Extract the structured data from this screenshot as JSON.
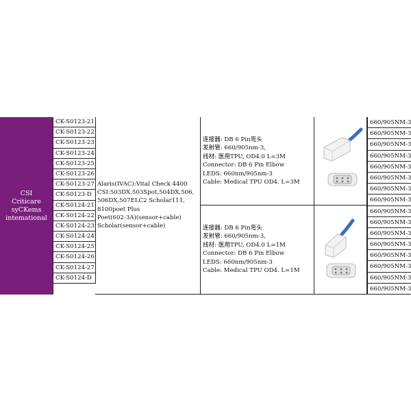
{
  "brand": {
    "line1": "CSI",
    "line2": "Criticare",
    "line3": "syCKems",
    "line4": "intemational"
  },
  "codes": [
    "CK-S0123-21",
    "CK-S0123-22",
    "CK-S0123-23",
    "CK-S0123-24",
    "CK-S0123-25",
    "CK-S0123-26",
    "CK-S0123-27",
    "CK-S0123-D",
    "CK-S0124-21",
    "CK-S0124-22",
    "CK-S0124-23",
    "CK-S0124-24",
    "CK-S0124-25",
    "CK-S0124-26",
    "CK-S0124-27",
    "CK-S0124-D"
  ],
  "compat": [
    "Alaris(IVAC):Vital Check 4400",
    "CSI:503DX,503Spot,504DX,506,",
    "506DX,507ELC2 Scholar111,",
    "8100poet Plus",
    "Poet(602-3A)(sensor+cable)",
    "Scholar(sensor+cable)"
  ],
  "desc1": [
    "连接器: DB 6 Pin弯头",
    "发射管: 660/905nm-3,",
    "线材: 医用TPU, OD4.0 L=3M",
    "Connector: DB 6 Pin Elbow",
    "LEDS: 660nm/905nm-3",
    "Cable: Medical TPU OD4. L=3M"
  ],
  "desc2": [
    "连接器: DB 6 Pin弯头",
    "发射管: 660/905nm-3,",
    "线材: 医用TPU, OD4.0 L=1M",
    "Connector: DB 6 Pin Elbow",
    "LEDS: 660nm/905nm-3",
    "Cable: Medical TPU OD4. L=1M"
  ],
  "wavelengths": [
    "660/905NM-3",
    "660/905NM-3",
    "660/905NM-3",
    "660/905NM-3",
    "660/905NM-3",
    "660/905NM-3",
    "660/905NM-3",
    "660/905NM-3",
    "660/905NM-3",
    "660/905NM-3",
    "660/905NM-3",
    "660/905NM-3",
    "660/905NM-3",
    "660/905NM-3",
    "660/905NM-3",
    "660/905NM-3"
  ],
  "colors": {
    "brand_bg": "#7a1e7c",
    "cable_blue": "#3a6fb8"
  }
}
